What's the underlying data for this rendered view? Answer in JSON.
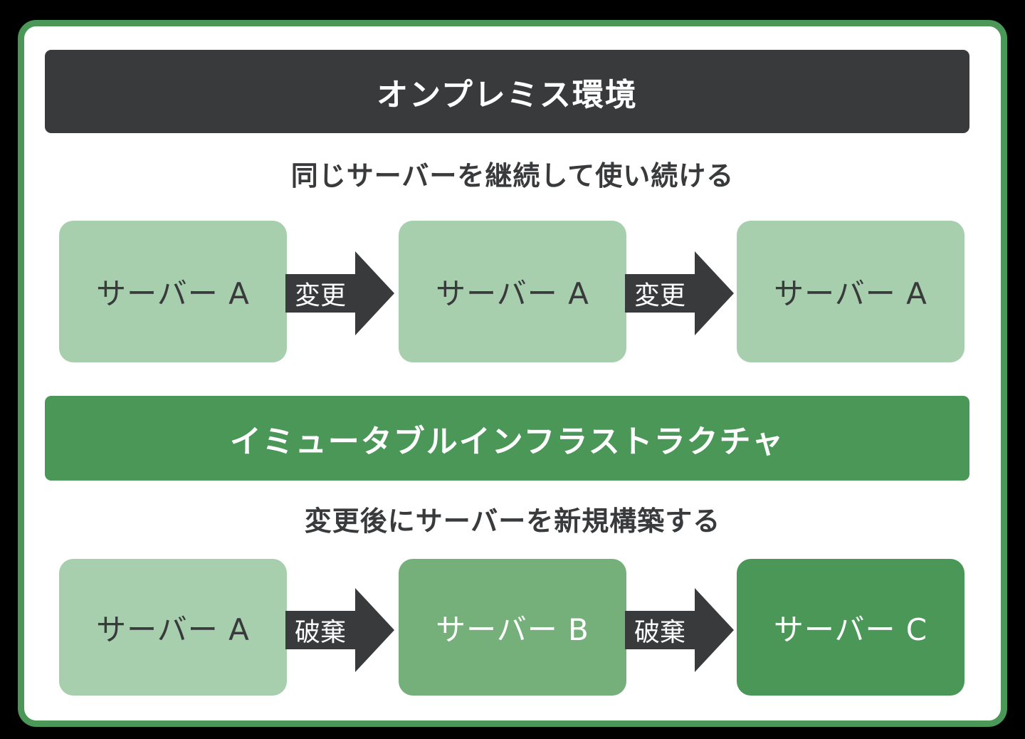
{
  "colors": {
    "canvas_background": "#000000",
    "panel_background": "#ffffff",
    "panel_border_green": "#4a9758",
    "charcoal": "#393a3c",
    "node_light_green": "#a7cfad",
    "node_medium_green": "#75af79",
    "node_dark_green": "#4a9758",
    "header_text": "#ffffff"
  },
  "sections": [
    {
      "header": "オンプレミス環境",
      "subtitle": "同じサーバーを継続して使い続ける",
      "nodes": [
        {
          "label": "サーバー A",
          "variant": "light"
        },
        {
          "label": "サーバー A",
          "variant": "light"
        },
        {
          "label": "サーバー A",
          "variant": "light"
        }
      ],
      "arrows": [
        {
          "label": "変更"
        },
        {
          "label": "変更"
        }
      ]
    },
    {
      "header": "イミュータブルインフラストラクチャ",
      "subtitle": "変更後にサーバーを新規構築する",
      "nodes": [
        {
          "label": "サーバー A",
          "variant": "light"
        },
        {
          "label": "サーバー B",
          "variant": "medium"
        },
        {
          "label": "サーバー C",
          "variant": "dark"
        }
      ],
      "arrows": [
        {
          "label": "破棄"
        },
        {
          "label": "破棄"
        }
      ]
    }
  ]
}
